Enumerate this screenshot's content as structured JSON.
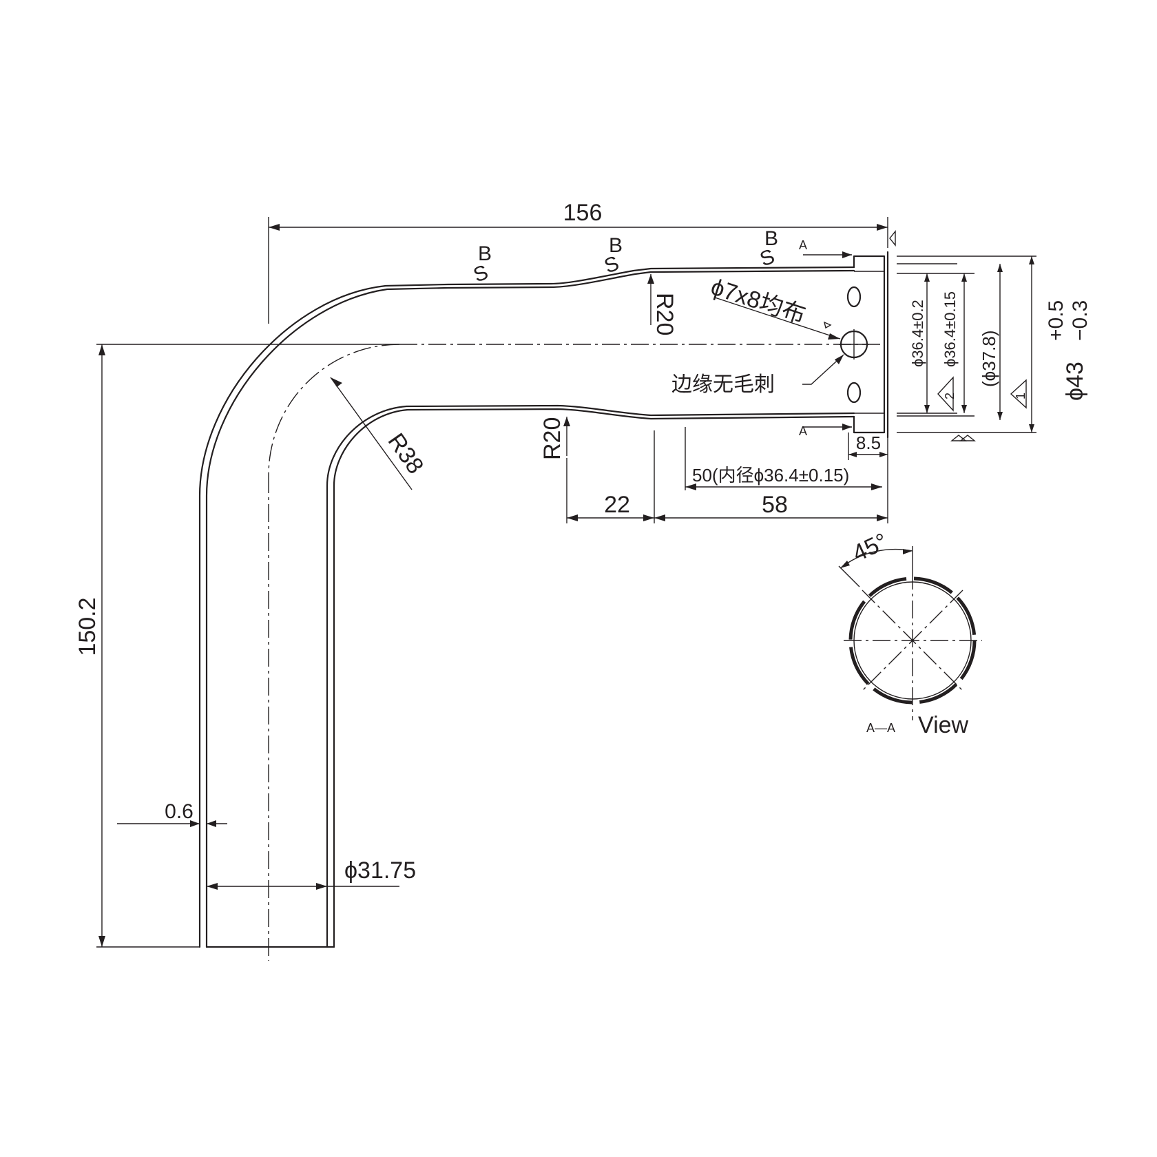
{
  "dimensions": {
    "overall_length": "156",
    "height": "150.2",
    "wall_thickness": "0.6",
    "tube_diameter": "ϕ31.75",
    "bend_radius": "R38",
    "transition_radius_upper": "R20",
    "transition_radius_lower": "R20",
    "transition_length": "22",
    "end_length": "58",
    "expanded_length_note": "50(内径ϕ36.4±0.15)",
    "flange_width": "8.5",
    "inner_dia_1": "ϕ36.4±0.2",
    "inner_dia_2": "ϕ36.4±0.15",
    "ref_dia": "(ϕ37.8)",
    "outer_dia": "ϕ43",
    "outer_tol_upper": "+0.5",
    "outer_tol_lower": "−0.3"
  },
  "notes": {
    "hole_spec": "ϕ7x8均布",
    "deburr": "边缘无毛刺",
    "weld_mark": "S",
    "weld_mark_sub": "B"
  },
  "section": {
    "angle": "45°",
    "marker": "A",
    "label": "A—A",
    "view_word": "View"
  },
  "special_marks": {
    "mark_1": "1",
    "mark_2": "2"
  }
}
